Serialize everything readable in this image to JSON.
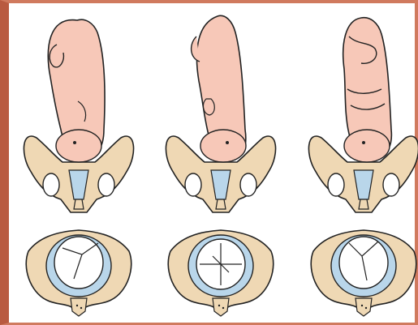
{
  "figure": {
    "panels": [
      {
        "id": "top-left",
        "subject": "fetus-over-pelvis"
      },
      {
        "id": "top-middle",
        "subject": "fetus-over-pelvis"
      },
      {
        "id": "top-right",
        "subject": "fetus-over-pelvis"
      },
      {
        "id": "bottom-left",
        "subject": "pelvic-inlet-view"
      },
      {
        "id": "bottom-middle",
        "subject": "pelvic-inlet-view"
      },
      {
        "id": "bottom-right",
        "subject": "pelvic-inlet-view"
      }
    ],
    "colors": {
      "skin": "#f7c8b8",
      "bone": "#efd8b4",
      "inlet": "#b9d6ea",
      "outline": "#222222",
      "frame": "#c8624a"
    }
  }
}
